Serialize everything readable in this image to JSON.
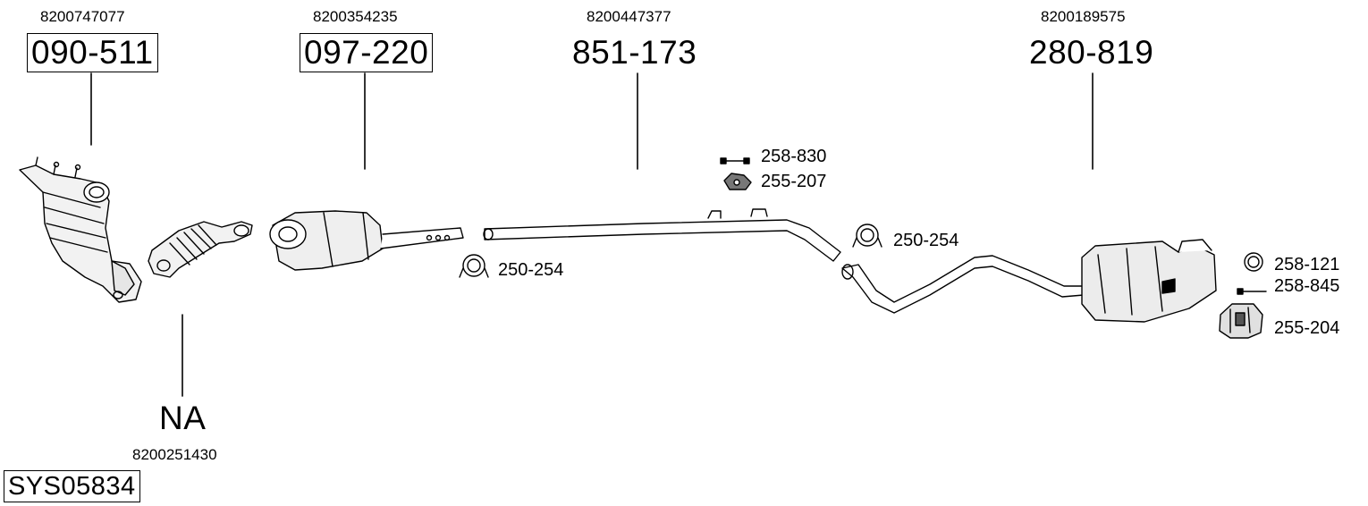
{
  "oem_numbers": {
    "catalyst": "8200747077",
    "dpf": "8200354235",
    "middle": "8200447377",
    "rear": "8200189575",
    "front_pipe": "8200251430"
  },
  "part_numbers": {
    "catalyst": "090-511",
    "dpf": "097-220",
    "middle": "851-173",
    "rear": "280-819",
    "front_pipe": "NA"
  },
  "accessories": {
    "bolt_middle": "258-830",
    "rubber_middle": "255-207",
    "clamp_dpf": "250-254",
    "clamp_middle": "250-254",
    "ring_rear": "258-121",
    "bolt_rear": "258-845",
    "rubber_rear": "255-204"
  },
  "system_code": "SYS05834"
}
